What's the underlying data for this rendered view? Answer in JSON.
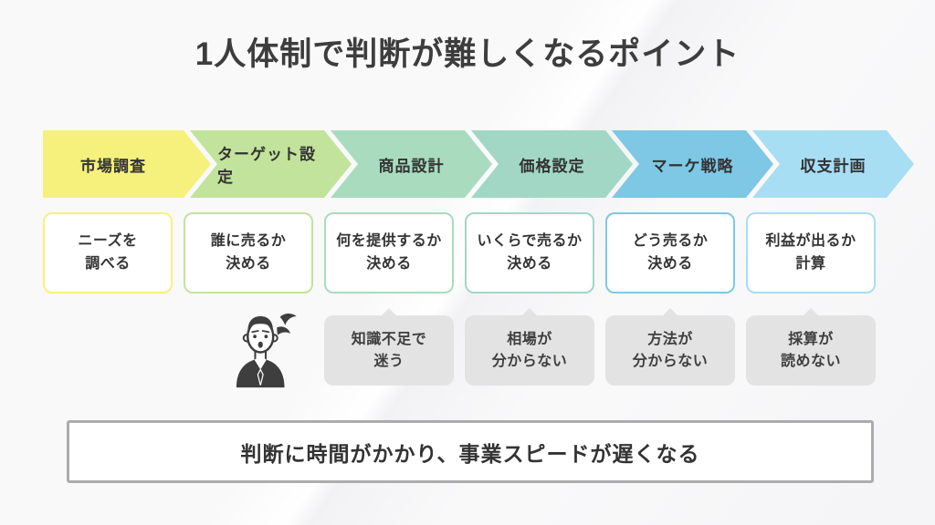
{
  "title": "1人体制で判断が難しくなるポイント",
  "steps": [
    {
      "label": "市場調査",
      "color": "#F6F17D",
      "task_line1": "ニーズを",
      "task_line2": "調べる"
    },
    {
      "label": "ターゲット設定",
      "color": "#C2E39B",
      "task_line1": "誰に売るか",
      "task_line2": "決める"
    },
    {
      "label": "商品設計",
      "color": "#A9DCBE",
      "task_line1": "何を提供するか",
      "task_line2": "決める"
    },
    {
      "label": "価格設定",
      "color": "#A2D7C5",
      "task_line1": "いくらで売るか",
      "task_line2": "決める"
    },
    {
      "label": "マーケ戦略",
      "color": "#7EC7E5",
      "task_line1": "どう売るか",
      "task_line2": "決める"
    },
    {
      "label": "収支計画",
      "color": "#A7DEF4",
      "task_line1": "利益が出るか",
      "task_line2": "計算"
    }
  ],
  "problems": [
    {
      "line1": "知識不足で",
      "line2": "迷う"
    },
    {
      "line1": "相場が",
      "line2": "分からない"
    },
    {
      "line1": "方法が",
      "line2": "分からない"
    },
    {
      "line1": "採算が",
      "line2": "読めない"
    }
  ],
  "footer": {
    "text": "判断に時間がかかり、事業スピードが遅くなる"
  },
  "icons": {
    "person": "worried-businessman-with-sweat"
  },
  "colors": {
    "title_text": "#3D3D3D",
    "body_text": "#333333",
    "bubble_bg": "#E3E3E3",
    "banner_border": "#ACACAC",
    "icon_ink": "#3E3E3E",
    "background": "#F9F9FA"
  }
}
